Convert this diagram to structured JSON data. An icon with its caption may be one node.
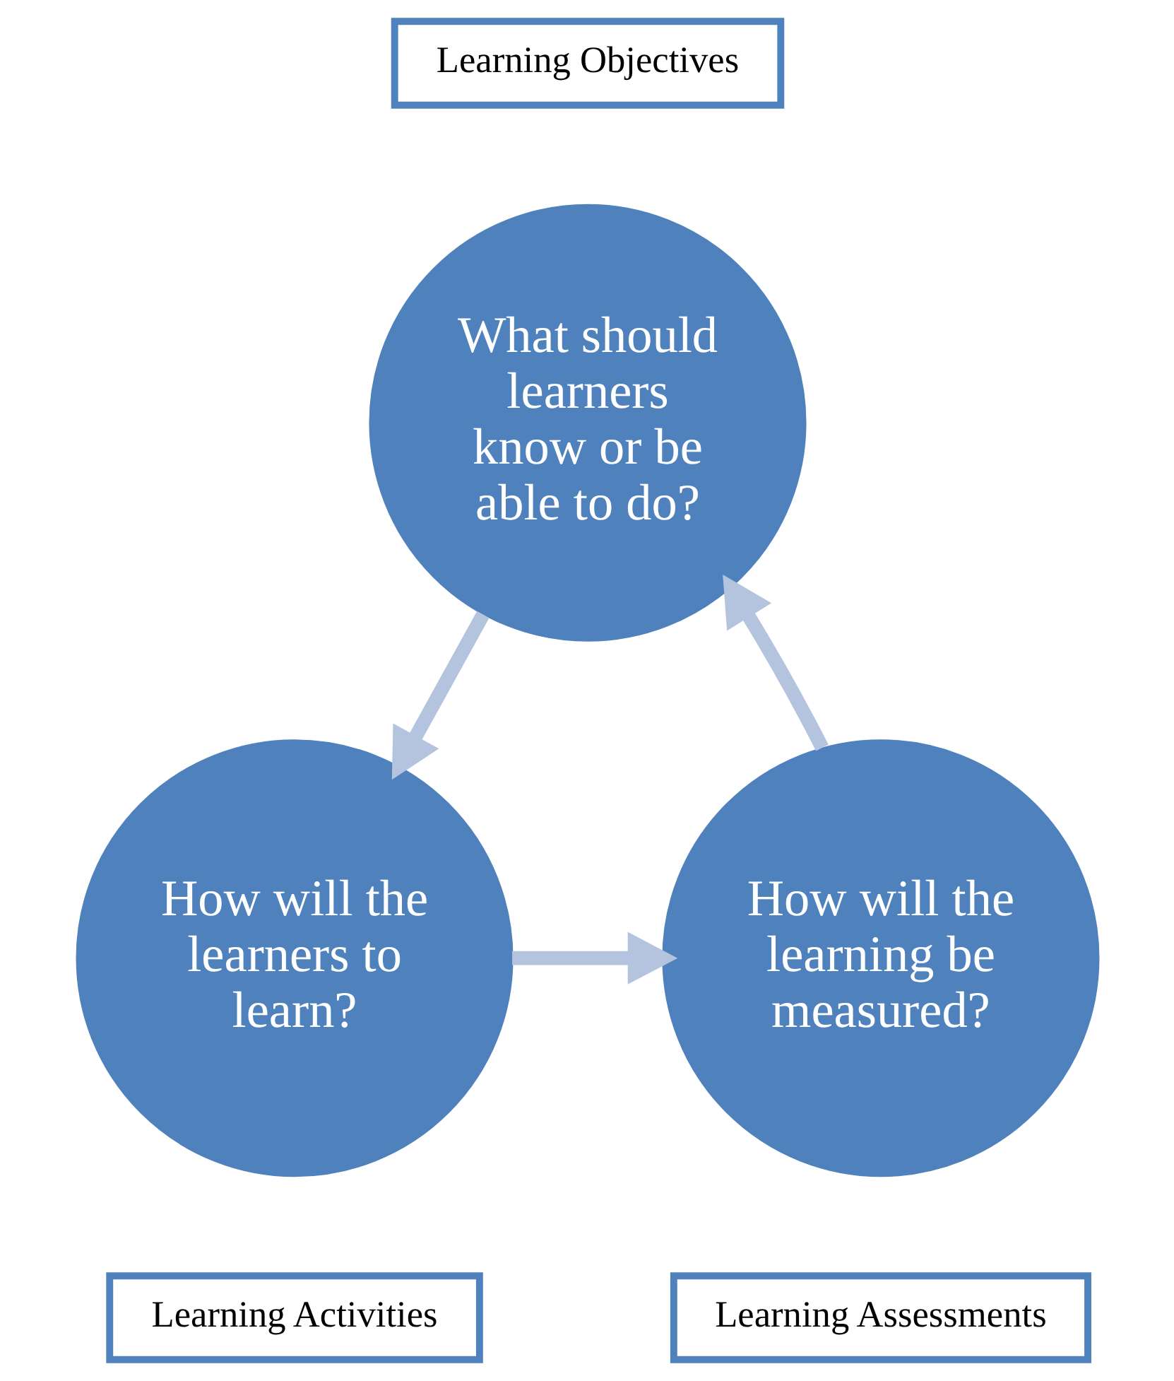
{
  "diagram": {
    "nodes": [
      {
        "text": [
          "Learning Objectives"
        ]
      },
      {
        "text": [
          "What should learners know or be able to do?"
        ]
      },
      {
        "text": [
          "How will the learners to learn?"
        ]
      },
      {
        "text": [
          "How will the learning be measured?"
        ]
      },
      {
        "text": [
          "Learning Assessments"
        ]
      },
      {
        "text": [
          "Learning Activities"
        ]
      }
    ],
    "edges": [
      {
        "from": 1,
        "to": 2,
        "arrow": "to"
      },
      {
        "from": 2,
        "to": 3,
        "arrow": "to"
      },
      {
        "from": 3,
        "to": 1,
        "arrow": "to"
      }
    ]
  }
}
